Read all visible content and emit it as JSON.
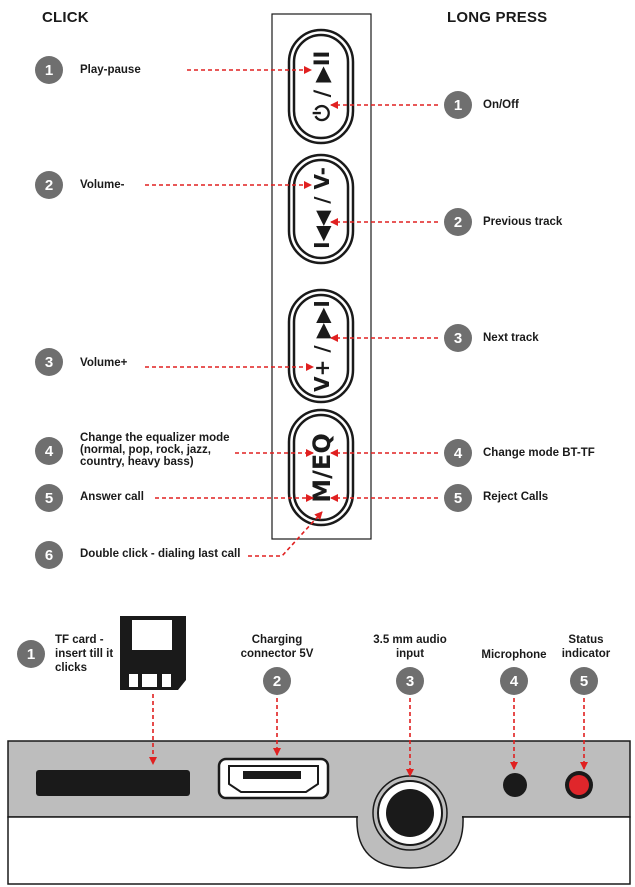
{
  "headers": {
    "click": "CLICK",
    "long_press": "LONG PRESS"
  },
  "click_functions": [
    {
      "num": "1",
      "label": "Play-pause"
    },
    {
      "num": "2",
      "label": "Volume-"
    },
    {
      "num": "3",
      "label": "Volume+"
    },
    {
      "num": "4",
      "label": "Change the equalizer mode (normal, pop, rock, jazz, country, heavy bass)"
    },
    {
      "num": "5",
      "label": "Answer call"
    },
    {
      "num": "6",
      "label": "Double click - dialing last call"
    }
  ],
  "long_press_functions": [
    {
      "num": "1",
      "label": "On/Off"
    },
    {
      "num": "2",
      "label": "Previous track"
    },
    {
      "num": "3",
      "label": "Next track"
    },
    {
      "num": "4",
      "label": "Change mode BT-TF"
    },
    {
      "num": "5",
      "label": "Reject Calls"
    }
  ],
  "buttons": [
    {
      "glyph": "⏻ / ▶II",
      "name": "power-play"
    },
    {
      "glyph": "I◀◀ / V-",
      "name": "prev-volume-down"
    },
    {
      "glyph": "V+ / ▶▶I",
      "name": "next-volume-up"
    },
    {
      "glyph": "M/EQ",
      "name": "mode-eq"
    }
  ],
  "ports": [
    {
      "num": "1",
      "label": "TF card - insert till it clicks"
    },
    {
      "num": "2",
      "label": "Charging connector 5V"
    },
    {
      "num": "3",
      "label": "3.5 mm audio input"
    },
    {
      "num": "4",
      "label": "Microphone"
    },
    {
      "num": "5",
      "label": "Status indicator"
    }
  ],
  "colors": {
    "arrow": "#e02020",
    "badge": "#6f6f6f",
    "panel": "#bdbdbd",
    "status_led": "#e0262b"
  }
}
